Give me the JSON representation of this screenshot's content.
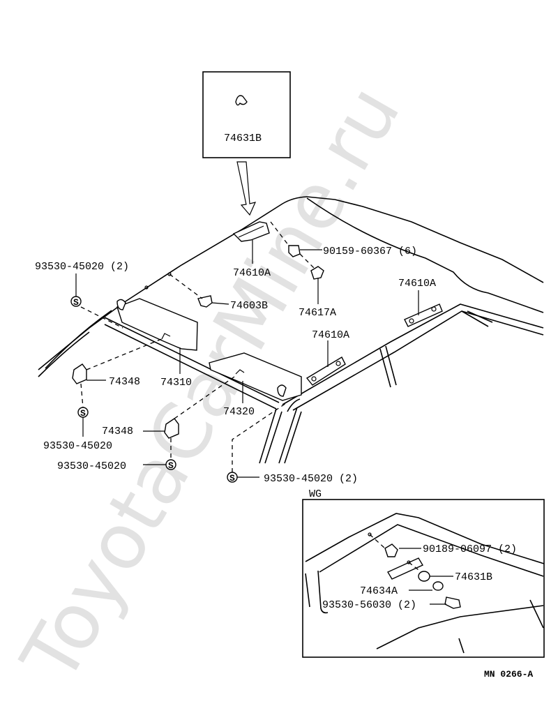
{
  "watermark": "ToyotaCarMine.ru",
  "inset_top": {
    "part": "74631B"
  },
  "callouts": {
    "clip_screw_top": "90159-60367 (6)",
    "handle_center": "74610A",
    "screw_74603b": "74603B",
    "holder_74617a": "74617A",
    "screw_left_top": "93530-45020 (2)",
    "handle_right": "74610A",
    "handle_mid": "74610A",
    "visor_left": "74310",
    "visor_right": "74320",
    "holder_left": "74348",
    "holder_right": "74348",
    "screw_left_mid": "93530-45020",
    "screw_right_mid": "93530-45020",
    "screw_right_bottom": "93530-45020 (2)"
  },
  "wg_inset": {
    "title": "WG",
    "clip": "90189-06097 (2)",
    "grommet": "74631B",
    "lamp": "74634A",
    "screw": "93530-56030 (2)"
  },
  "screw_symbol": "S",
  "diagram_code": "MN  0266-A"
}
